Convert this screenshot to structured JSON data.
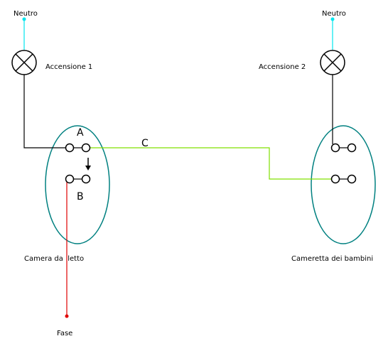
{
  "labels": {
    "neutro_left": "Neutro",
    "neutro_right": "Neutro",
    "accensione_1": "Accensione 1",
    "accensione_2": "Accensione 2",
    "terminal_a": "A",
    "terminal_b": "B",
    "wire_c": "C",
    "camera_da_letto": "Camera da  letto",
    "cameretta": "Cameretta dei bambini",
    "fase": "Fase"
  },
  "colors": {
    "neutral_wire": "#00e5ee",
    "phase_wire": "#e00000",
    "traveler_wire": "#80e000",
    "lamp_wire": "#000000",
    "enclosure": "#008080",
    "background": "#ffffff"
  }
}
